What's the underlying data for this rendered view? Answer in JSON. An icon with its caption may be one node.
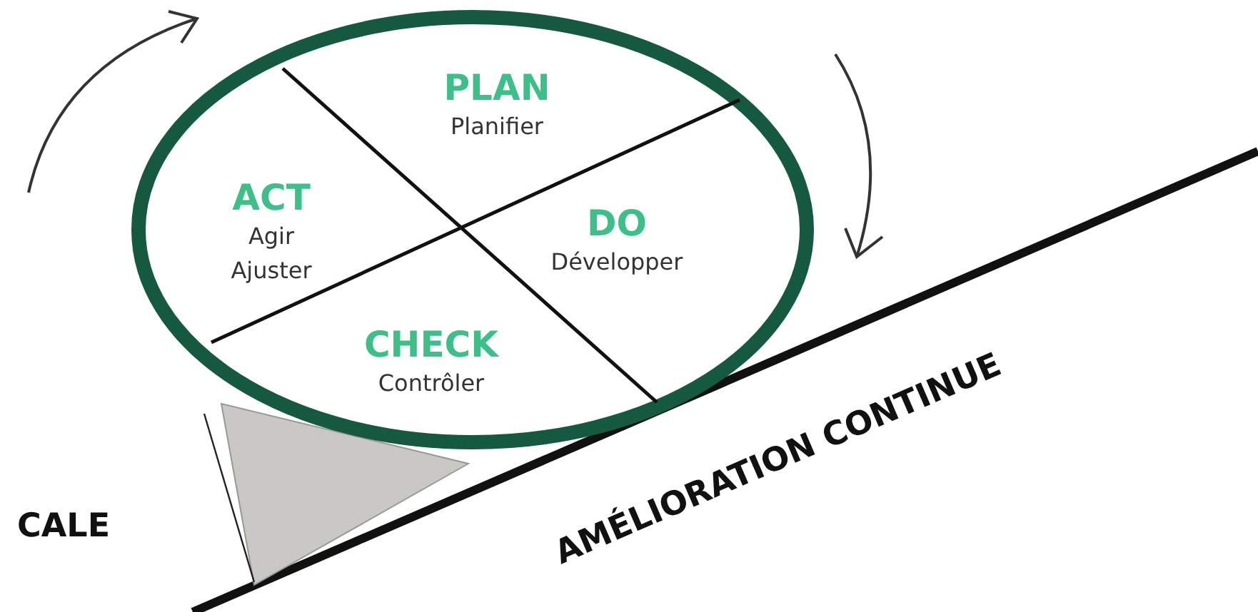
{
  "diagram": {
    "nodes": [
      {
        "text": [],
        "shape": "circle"
      },
      {
        "text": [
          "PLAN",
          "Planifier"
        ],
        "in": 0
      },
      {
        "text": [
          "DO",
          "Développer"
        ],
        "in": 0
      },
      {
        "text": [
          "CHECK",
          "Contrôler"
        ],
        "in": 0
      },
      {
        "text": [
          "ACT",
          "Agir Ajuster"
        ],
        "in": 0
      }
    ],
    "labels": [
      "CALE",
      "AMÉLIORATION CONTINUE"
    ]
  }
}
